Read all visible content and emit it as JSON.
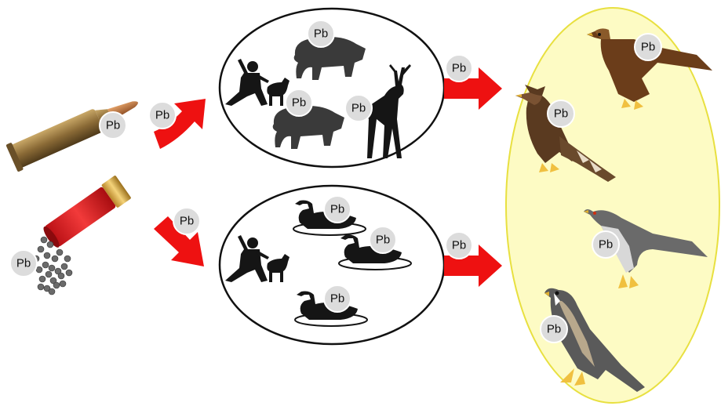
{
  "badge_label": "Pb",
  "badges": [
    {
      "id": "pb-bullet",
      "text": "Pb"
    },
    {
      "id": "pb-shot",
      "text": "Pb"
    },
    {
      "id": "pb-arrow-top",
      "text": "Pb"
    },
    {
      "id": "pb-arrow-bottom",
      "text": "Pb"
    },
    {
      "id": "pb-boar-top",
      "text": "Pb"
    },
    {
      "id": "pb-boar-bottom",
      "text": "Pb"
    },
    {
      "id": "pb-deer",
      "text": "Pb"
    },
    {
      "id": "pb-arrow-right-top",
      "text": "Pb"
    },
    {
      "id": "pb-arrow-right-bottom",
      "text": "Pb"
    },
    {
      "id": "pb-duck-1",
      "text": "Pb"
    },
    {
      "id": "pb-duck-2",
      "text": "Pb"
    },
    {
      "id": "pb-duck-3",
      "text": "Pb"
    },
    {
      "id": "pb-eagle",
      "text": "Pb"
    },
    {
      "id": "pb-hawk-eagle",
      "text": "Pb"
    },
    {
      "id": "pb-goshawk",
      "text": "Pb"
    },
    {
      "id": "pb-falcon",
      "text": "Pb"
    }
  ],
  "colors": {
    "arrow": "#ee1111",
    "badge_fill": "#dcdcdc",
    "badge_stroke": "#ffffff",
    "raptor_oval": "#fdfbc4",
    "raptor_oval_stroke": "#e8e040",
    "silhouette": "#151515",
    "game_animal": "#3a3a3a"
  }
}
